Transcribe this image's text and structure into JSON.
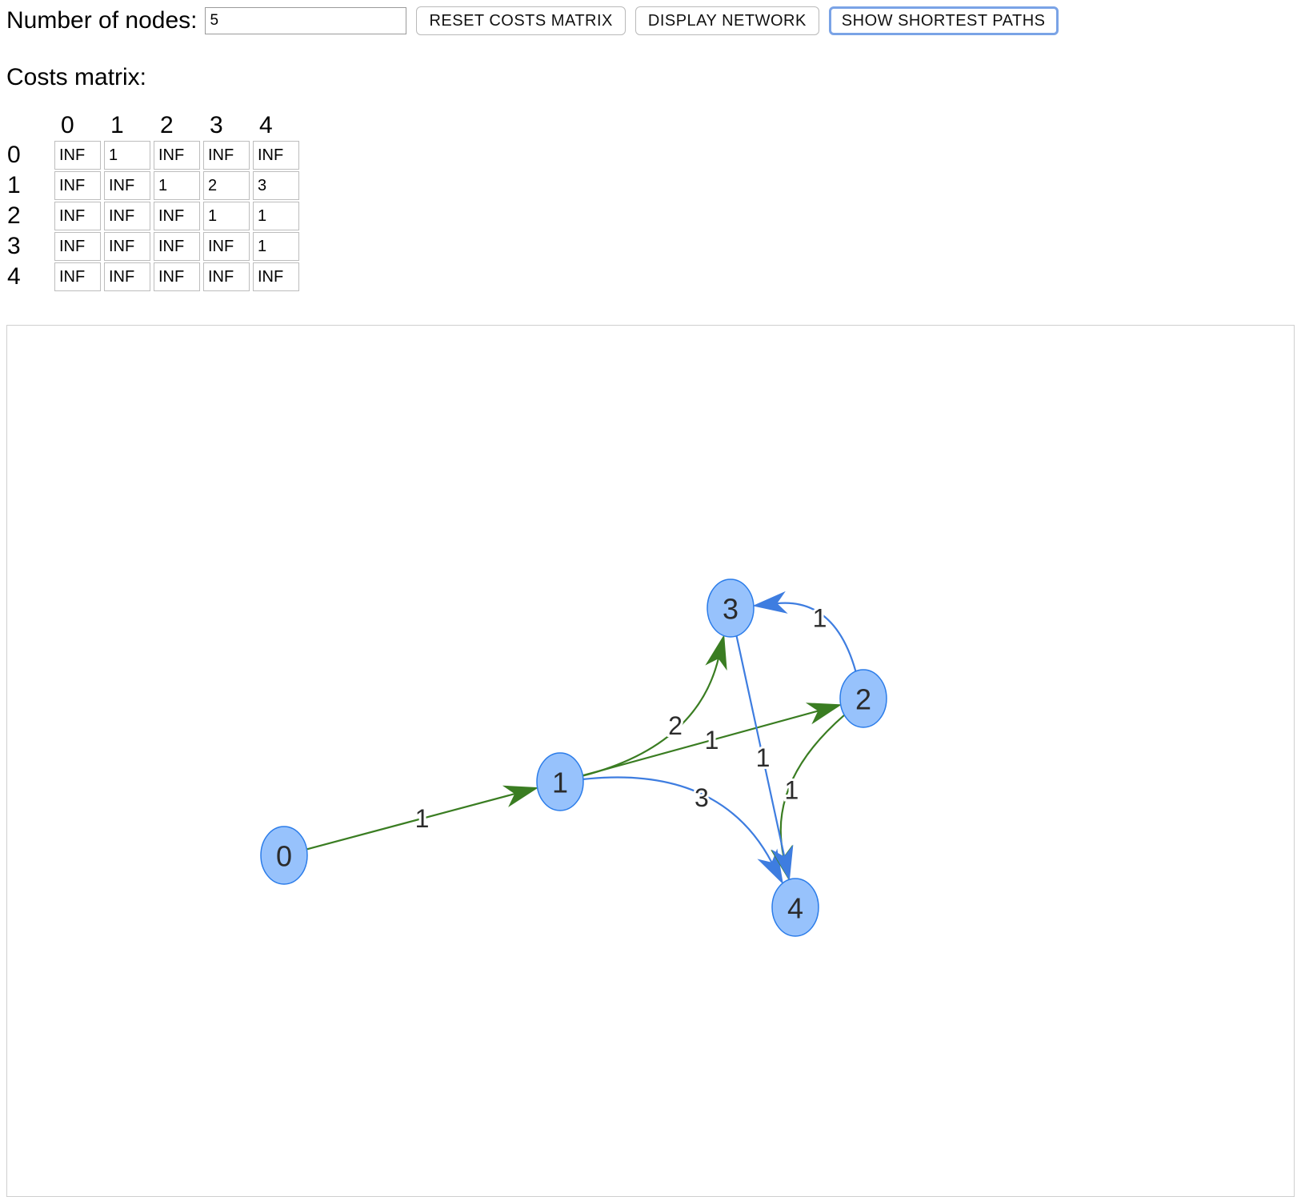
{
  "toolbar": {
    "nodes_label": "Number of nodes:",
    "nodes_value": "5",
    "reset_label": "RESET COSTS MATRIX",
    "display_label": "DISPLAY NETWORK",
    "shortest_label": "SHOW SHORTEST PATHS"
  },
  "matrix": {
    "title": "Costs matrix:",
    "col_headers": [
      "0",
      "1",
      "2",
      "3",
      "4"
    ],
    "row_headers": [
      "0",
      "1",
      "2",
      "3",
      "4"
    ],
    "rows": [
      [
        "INF",
        "1",
        "INF",
        "INF",
        "INF"
      ],
      [
        "INF",
        "INF",
        "1",
        "2",
        "3"
      ],
      [
        "INF",
        "INF",
        "INF",
        "1",
        "1"
      ],
      [
        "INF",
        "INF",
        "INF",
        "INF",
        "1"
      ],
      [
        "INF",
        "INF",
        "INF",
        "INF",
        "INF"
      ]
    ]
  },
  "network": {
    "colors": {
      "node_fill": "#97c2fc",
      "node_border": "#2b7ce9",
      "shortest_edge": "#3a7d22",
      "other_edge": "#3e7de0"
    },
    "nodes": [
      {
        "id": 0,
        "label": "0"
      },
      {
        "id": 1,
        "label": "1"
      },
      {
        "id": 2,
        "label": "2"
      },
      {
        "id": 3,
        "label": "3"
      },
      {
        "id": 4,
        "label": "4"
      }
    ],
    "edges": [
      {
        "from": 0,
        "to": 1,
        "label": "1",
        "shortest": true
      },
      {
        "from": 1,
        "to": 2,
        "label": "1",
        "shortest": true
      },
      {
        "from": 1,
        "to": 3,
        "label": "2",
        "shortest": true
      },
      {
        "from": 1,
        "to": 4,
        "label": "3",
        "shortest": false
      },
      {
        "from": 2,
        "to": 3,
        "label": "1",
        "shortest": false
      },
      {
        "from": 2,
        "to": 4,
        "label": "1",
        "shortest": true
      },
      {
        "from": 3,
        "to": 4,
        "label": "1",
        "shortest": false
      }
    ]
  }
}
